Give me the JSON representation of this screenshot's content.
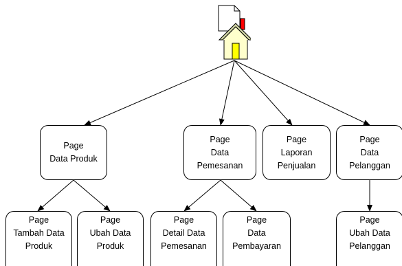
{
  "nodes": {
    "produk": [
      "Page",
      "Data Produk"
    ],
    "pemesanan": [
      "Page",
      "Data",
      "Pemesanan"
    ],
    "laporan": [
      "Page",
      "Laporan",
      "Penjualan"
    ],
    "pelanggan": [
      "Page",
      "Data",
      "Pelanggan"
    ],
    "tambah_produk": [
      "Page",
      "Tambah Data",
      "Produk"
    ],
    "ubah_produk": [
      "Page",
      "Ubah Data",
      "Produk"
    ],
    "detail_pemesanan": [
      "Page",
      "Detail Data",
      "Pemesanan"
    ],
    "pembayaran": [
      "Page",
      "Data",
      "Pembayaran"
    ],
    "ubah_pelanggan": [
      "Page",
      "Ubah Data",
      "Pelanggan"
    ]
  },
  "colors": {
    "house_wall": "#ffffcc",
    "house_roof": "#d2d7a6",
    "house_door": "#ffff00",
    "chimney": "#ff0000",
    "stroke": "#000000"
  },
  "icons": {
    "root": "home-page-icon"
  }
}
